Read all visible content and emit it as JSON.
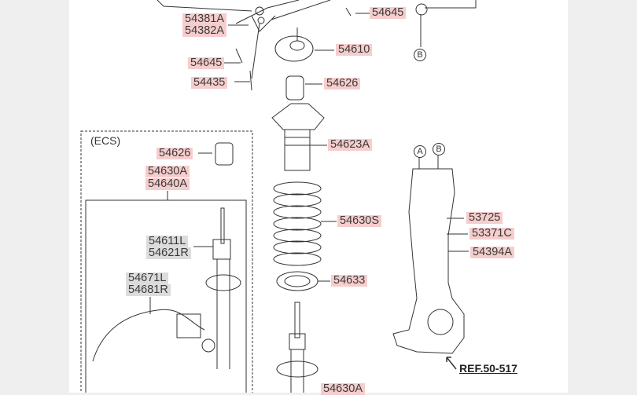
{
  "diagram": {
    "group_label": "(ECS)",
    "reference": "REF.50-517",
    "markers": [
      "A",
      "B"
    ],
    "part_labels": {
      "p54381a": "54381A",
      "p54382a": "54382A",
      "p54645_top": "54645",
      "p54610": "54610",
      "p54645_left": "54645",
      "p54435": "54435",
      "p54626": "54626",
      "p54623a": "54623A",
      "p54630s": "54630S",
      "p54633": "54633",
      "p54630a_bottom": "54630A",
      "ecs_54626": "54626",
      "ecs_54630a": "54630A",
      "ecs_54640a": "54640A",
      "ecs_54611l": "54611L",
      "ecs_54621r": "54621R",
      "ecs_54671l": "54671L",
      "ecs_54681r": "54681R",
      "p53725": "53725",
      "p53371c": "53371C",
      "p54394a": "54394A"
    }
  }
}
